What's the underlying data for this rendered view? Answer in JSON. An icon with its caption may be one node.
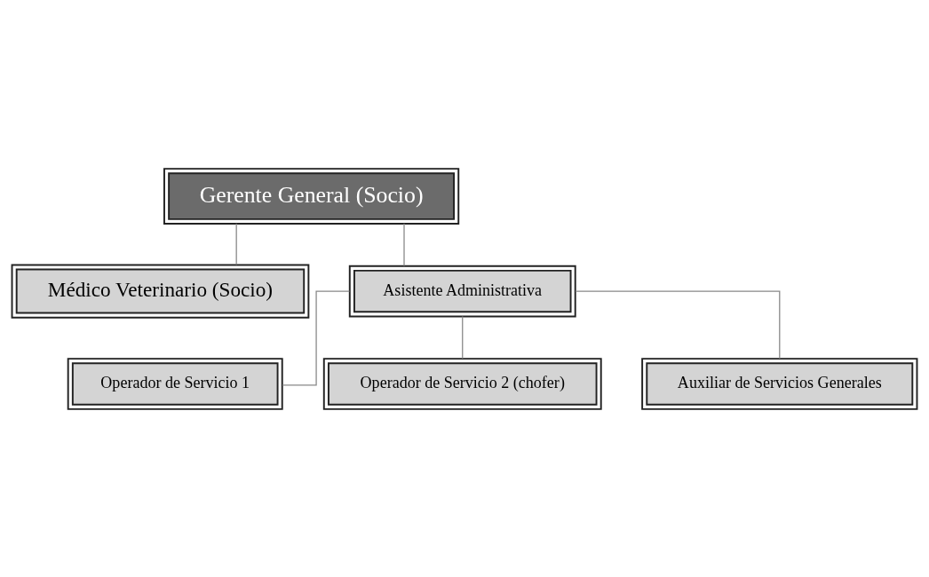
{
  "diagram": {
    "nodes": [
      {
        "text": [
          "Gerente General (Socio)"
        ]
      },
      {
        "text": [
          "Médico Veterinario (Socio)"
        ]
      },
      {
        "text": [
          "Asistente Administrativa"
        ]
      },
      {
        "text": [
          "Operador de Servicio 1"
        ]
      },
      {
        "text": [
          "Operador de Servicio 2 (chofer)"
        ]
      },
      {
        "text": [
          "Auxiliar de Servicios Generales"
        ]
      }
    ],
    "edges": [
      {
        "from": 0,
        "to": 1,
        "arrow": "none"
      },
      {
        "from": 0,
        "to": 2,
        "arrow": "none"
      },
      {
        "from": 2,
        "to": 3,
        "arrow": "none"
      },
      {
        "from": 2,
        "to": 4,
        "arrow": "none"
      },
      {
        "from": 2,
        "to": 5,
        "arrow": "none"
      }
    ]
  }
}
